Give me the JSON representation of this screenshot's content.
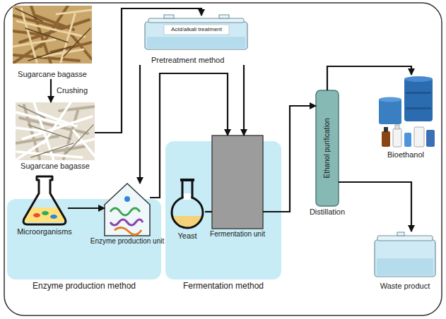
{
  "diagram": {
    "nodes": [
      {
        "text": [
          "Sugarcane bagasse"
        ]
      },
      {
        "text": [
          "Sugarcane bagasse"
        ]
      },
      {
        "text": [
          "Acid/alkali treatment",
          "Pretreatment method"
        ]
      },
      {
        "text": [
          "Enzyme production method"
        ]
      },
      {
        "text": [
          "Microorganisms"
        ],
        "in": 3
      },
      {
        "text": [
          "Enzyme production unit"
        ],
        "in": 3
      },
      {
        "text": [
          "Fermentation method"
        ]
      },
      {
        "text": [
          "Yeast"
        ],
        "in": 6
      },
      {
        "text": [
          "Fermentation unit"
        ],
        "in": 6
      },
      {
        "text": [
          "Ethanol purification",
          "Distillation"
        ]
      },
      {
        "text": [
          "Bioethanol"
        ]
      },
      {
        "text": [
          "Waste product"
        ]
      }
    ],
    "edges": [
      {
        "from": 0,
        "to": 1,
        "label": "Crushing",
        "arrow": "to"
      },
      {
        "from": 1,
        "to": 2,
        "arrow": "to"
      },
      {
        "from": 2,
        "to": 5,
        "arrow": "to"
      },
      {
        "from": 2,
        "to": 8,
        "arrow": "to"
      },
      {
        "from": 4,
        "to": 5,
        "arrow": "to"
      },
      {
        "from": 5,
        "to": 8,
        "arrow": "to"
      },
      {
        "from": 7,
        "to": 8,
        "arrow": "none"
      },
      {
        "from": 8,
        "to": 9,
        "arrow": "to"
      },
      {
        "from": 9,
        "to": 10,
        "arrow": "to"
      },
      {
        "from": 9,
        "to": 11,
        "arrow": "to"
      }
    ]
  }
}
